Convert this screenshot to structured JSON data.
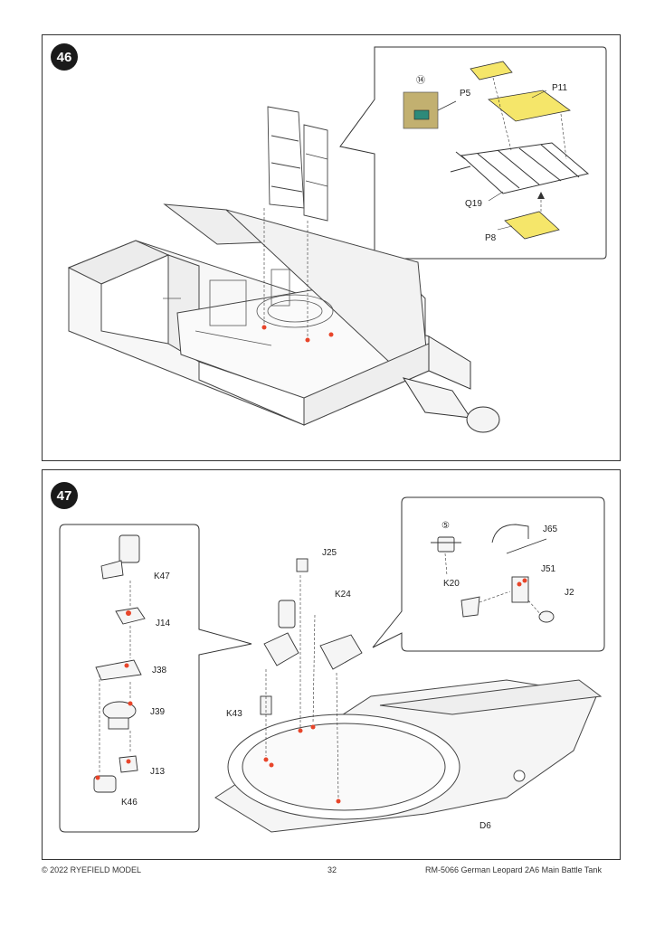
{
  "steps": {
    "s46": "46",
    "s47": "47"
  },
  "step46": {
    "inset_badge": "⑭",
    "parts": {
      "p5": "P5",
      "p11": "P11",
      "q19": "Q19",
      "p8": "P8"
    }
  },
  "step47": {
    "inset_badge": "⑤",
    "left_inset": {
      "k47": "K47",
      "j14": "J14",
      "j38": "J38",
      "j39": "J39",
      "j13": "J13",
      "k46": "K46"
    },
    "right_inset": {
      "j65": "J65",
      "j51": "J51",
      "k20": "K20",
      "j2": "J2"
    },
    "main": {
      "j25": "J25",
      "k24": "K24",
      "k43": "K43",
      "d6": "D6"
    }
  },
  "footer": {
    "copyright": "© 2022 RYEFIELD MODEL",
    "page": "32",
    "product": "RM-5066 German Leopard 2A6 Main Battle Tank"
  },
  "colors": {
    "etch_yellow": "#f5e66a",
    "etch_sheet": "#c2b070",
    "glue_red": "#e8452a",
    "panel_border": "#333333"
  }
}
